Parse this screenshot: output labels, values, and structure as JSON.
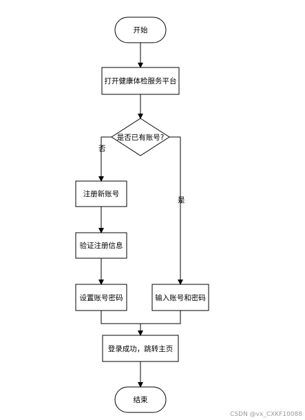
{
  "nodes": {
    "start": "开始",
    "open_platform": "打开健康体检服务平台",
    "has_account": "是否已有账号?",
    "register": "注册新账号",
    "verify": "验证注册信息",
    "set_credentials": "设置账号密码",
    "input_credentials": "输入账号和密码",
    "login_success": "登录成功，跳转主页",
    "end": "结束"
  },
  "edges": {
    "no_label": "否",
    "yes_label": "是"
  },
  "watermark": "CSDN @vx_CXKF10088"
}
